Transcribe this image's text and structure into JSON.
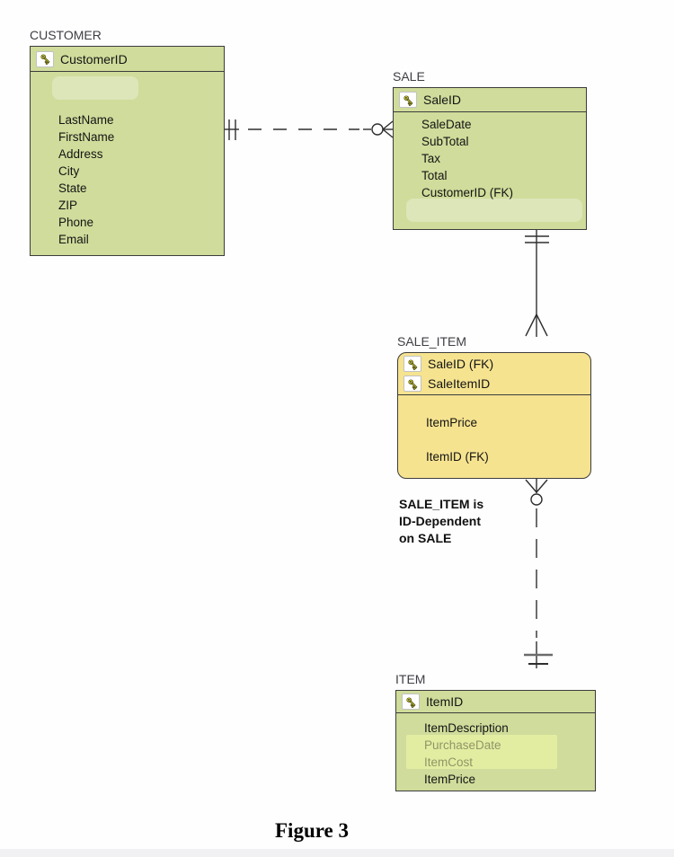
{
  "figure": {
    "caption": "Figure 3"
  },
  "annotation": {
    "lines": [
      "SALE_ITEM is",
      "ID-Dependent",
      "on SALE"
    ]
  },
  "colors": {
    "entity_green": "#cfdc9b",
    "entity_yellow": "#f6e390",
    "entity_border": "#3c3c3c",
    "relationship_line": "#2e2e2e",
    "key_icon_yellow": "#e9e43c",
    "page_background": "#fefefe"
  },
  "entities": [
    {
      "id": "customer",
      "title": "CUSTOMER",
      "shape": "rectangle",
      "keys": [
        "CustomerID"
      ],
      "attributes": [
        "LastName",
        "FirstName",
        "Address",
        "City",
        "State",
        "ZIP",
        "Phone",
        "Email"
      ]
    },
    {
      "id": "sale",
      "title": "SALE",
      "shape": "rectangle",
      "keys": [
        "SaleID"
      ],
      "attributes": [
        "SaleDate",
        "SubTotal",
        "Tax",
        "Total",
        "CustomerID (FK)"
      ]
    },
    {
      "id": "sale_item",
      "title": "SALE_ITEM",
      "shape": "rounded-rectangle",
      "keys": [
        "SaleID (FK)",
        "SaleItemID"
      ],
      "attributes": [
        "ItemPrice",
        "ItemID (FK)"
      ]
    },
    {
      "id": "item",
      "title": "ITEM",
      "shape": "rectangle",
      "keys": [
        "ItemID"
      ],
      "attributes": [
        "ItemDescription",
        "PurchaseDate",
        "ItemCost",
        "ItemPrice"
      ]
    }
  ],
  "relationships": [
    {
      "id": "customer-sale",
      "from": "CUSTOMER",
      "to": "SALE",
      "line": "dashed",
      "from_cardinality": "one-and-only-one",
      "to_cardinality": "zero-or-many"
    },
    {
      "id": "sale-sale_item",
      "from": "SALE",
      "to": "SALE_ITEM",
      "line": "solid",
      "from_cardinality": "one-and-only-one",
      "to_cardinality": "many"
    },
    {
      "id": "sale_item-item",
      "from": "SALE_ITEM",
      "to": "ITEM",
      "line": "dashed",
      "from_cardinality": "zero-or-many",
      "to_cardinality": "one-and-only-one"
    }
  ]
}
